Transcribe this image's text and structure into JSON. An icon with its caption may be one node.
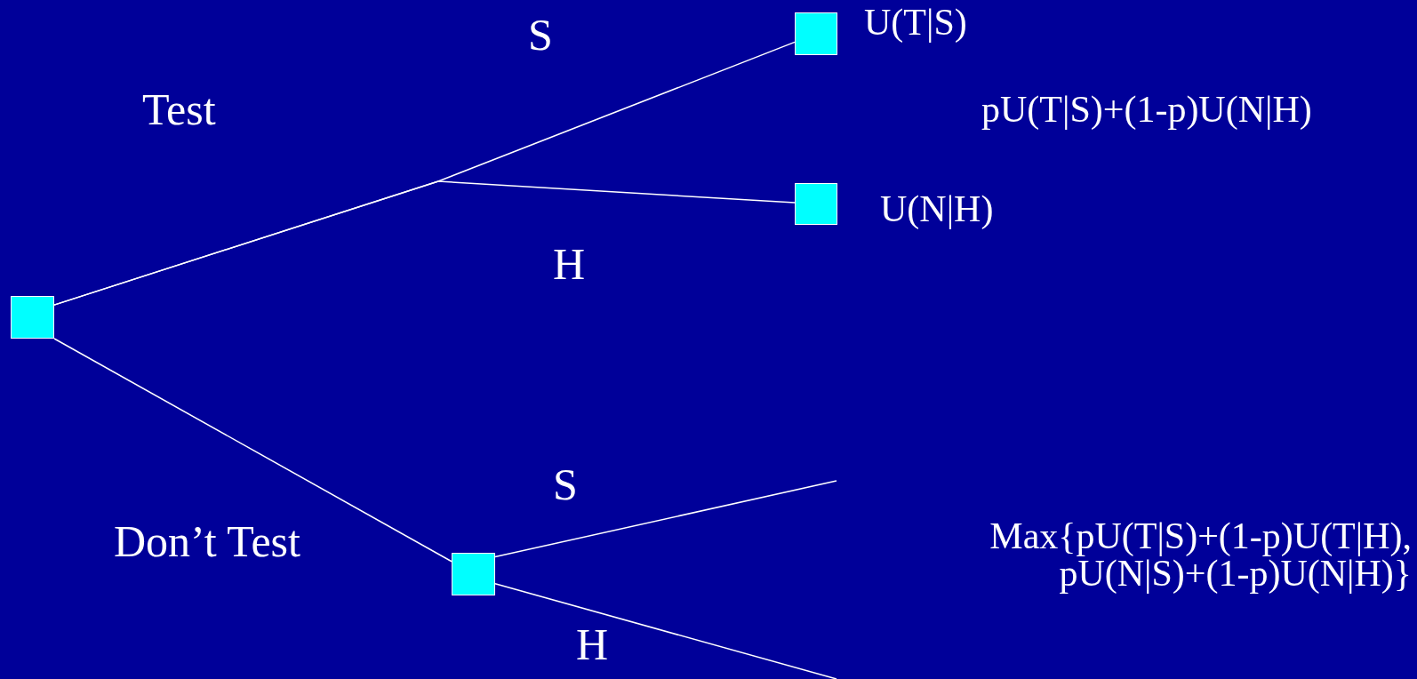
{
  "diagram": {
    "nodes": [
      {
        "text": [],
        "shape": "box"
      },
      {
        "text": [],
        "shape": "box",
        "beside": [
          "U(T|S)"
        ]
      },
      {
        "text": [],
        "shape": "box",
        "beside": [
          "U(N|H)"
        ]
      },
      {
        "text": [],
        "shape": "box"
      }
    ],
    "edges": [
      {
        "from": 0,
        "to": 1,
        "arrow": "none"
      },
      {
        "from": 0,
        "to": 2,
        "arrow": "none"
      },
      {
        "from": 0,
        "to": 3,
        "arrow": "none"
      },
      {
        "from": 3,
        "to": null,
        "arrow": "none"
      },
      {
        "from": 3,
        "to": null,
        "arrow": "none"
      }
    ],
    "labels": [
      "S",
      "Test",
      "pU(T|S)+(1-p)U(N|H)",
      "H",
      "S",
      "Don’t Test",
      "Max{pU(T|S)+(1-p)U(T|H), pU(N|S)+(1-p)U(N|H)}",
      "H"
    ]
  }
}
